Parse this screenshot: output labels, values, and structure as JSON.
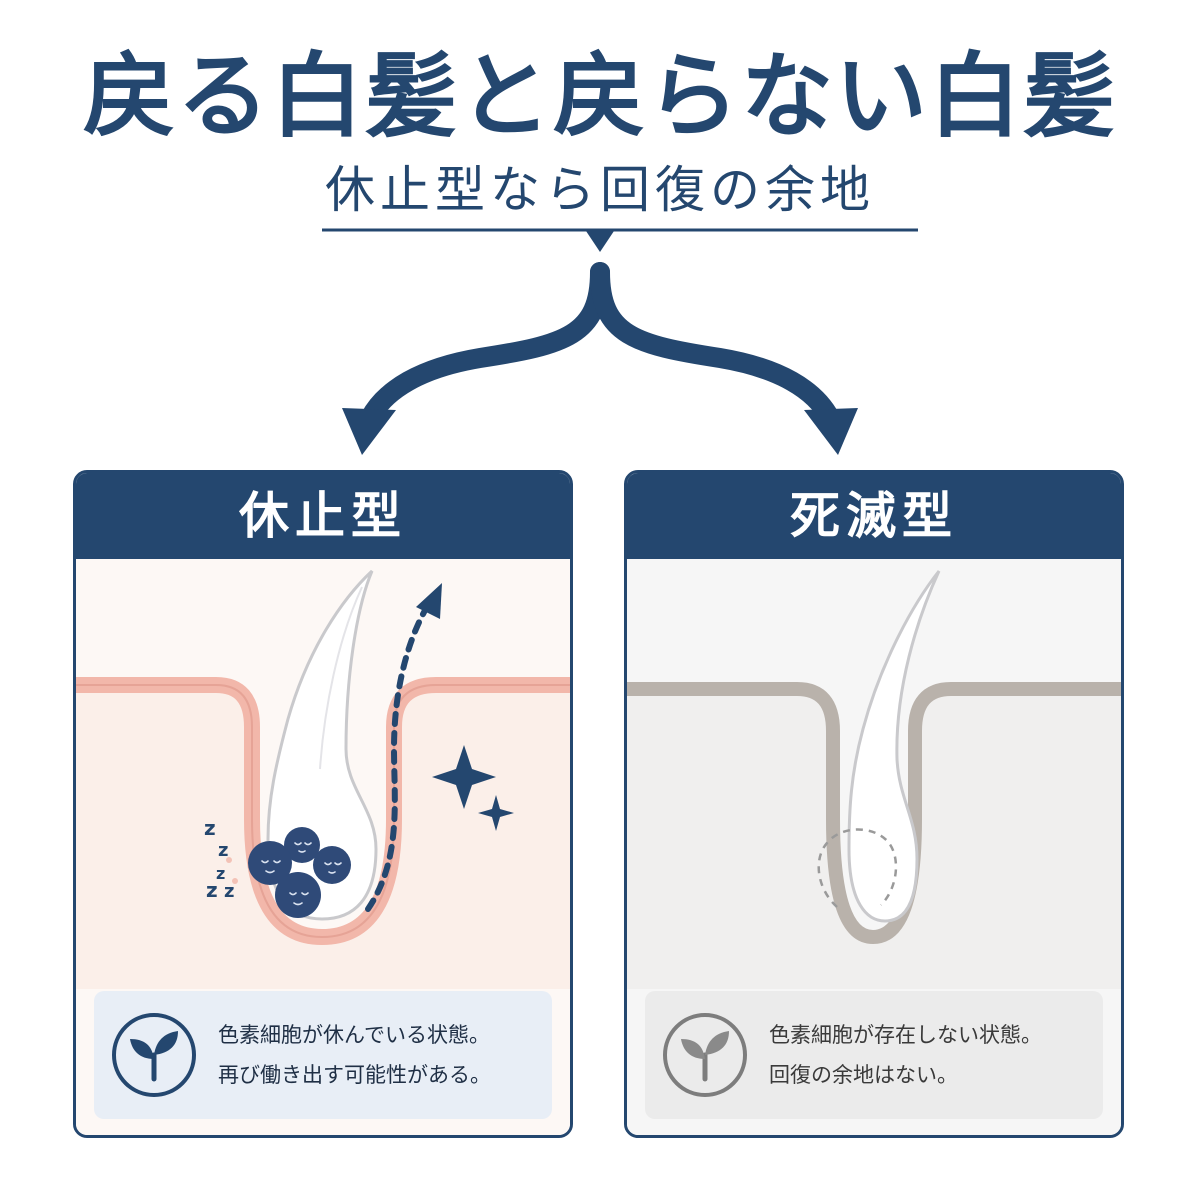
{
  "header": {
    "title": "戻る白髪と戻らない白髪",
    "subtitle": "休止型なら回復の余地"
  },
  "panels": [
    {
      "title": "休止型",
      "description": [
        "色素細胞が休んでいる状態。",
        "再び働き出す可能性がある。"
      ],
      "sleep_marks": [
        "z",
        "z",
        "z",
        "z",
        "z"
      ]
    },
    {
      "title": "死滅型",
      "description": [
        "色素細胞が存在しない状態。",
        "回復の余地はない。"
      ]
    }
  ],
  "icons": {
    "branch": "split-arrow-icon",
    "left_panel": [
      "pigment-cell-icon",
      "recovery-arrow-icon",
      "sparkle-icon",
      "sprout-icon"
    ],
    "right_panel": [
      "empty-bulb-icon",
      "sprout-icon"
    ]
  },
  "colors": {
    "navy": "#24476f",
    "skin_pink": "#f2b7aa",
    "skin_gray": "#b9b2ab",
    "muted_gray": "#7d7d7d"
  }
}
